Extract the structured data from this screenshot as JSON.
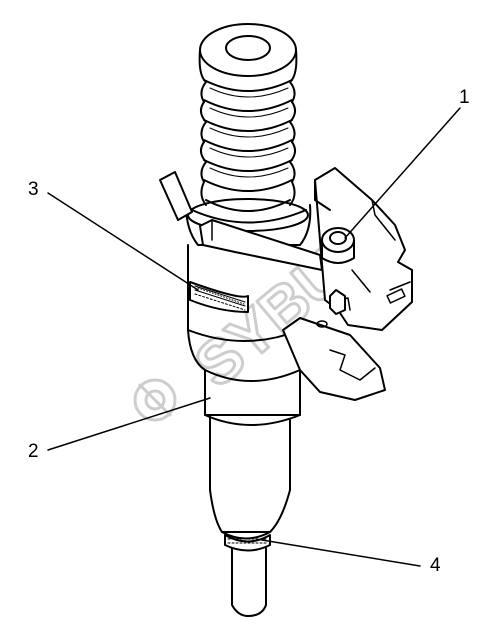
{
  "diagram": {
    "callouts": [
      {
        "id": "1",
        "label": "1"
      },
      {
        "id": "2",
        "label": "2"
      },
      {
        "id": "3",
        "label": "3"
      },
      {
        "id": "4",
        "label": "4"
      }
    ],
    "watermark_text": "SYBUY",
    "colors": {
      "line": "#000000",
      "watermark": "#c8c8c8",
      "background": "#ffffff"
    }
  }
}
